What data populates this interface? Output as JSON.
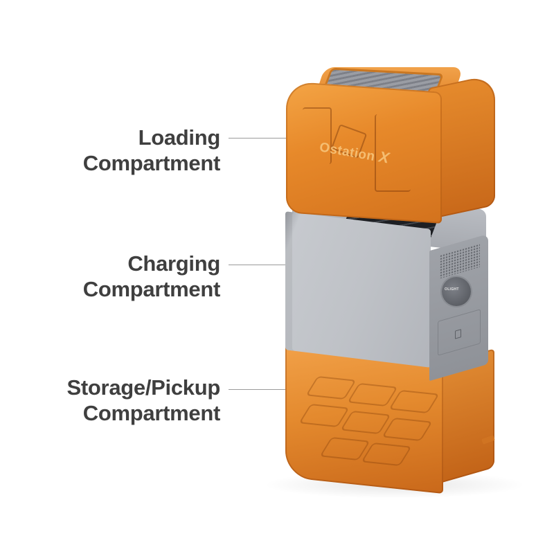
{
  "labels": [
    {
      "id": "loading",
      "lines": [
        "Loading",
        "Compartment"
      ]
    },
    {
      "id": "charging",
      "lines": [
        "Charging",
        "Compartment"
      ]
    },
    {
      "id": "storage",
      "lines": [
        "Storage/Pickup",
        "Compartment"
      ]
    }
  ],
  "product": {
    "name_prefix": "Ostation",
    "name_suffix": "X",
    "button_brand": "OLIGHT"
  },
  "colors": {
    "label_text": "#3f3f3f",
    "leader_line": "#9a9a9a",
    "orange": "#e7892a",
    "grey_body": "#bfc2c7"
  }
}
